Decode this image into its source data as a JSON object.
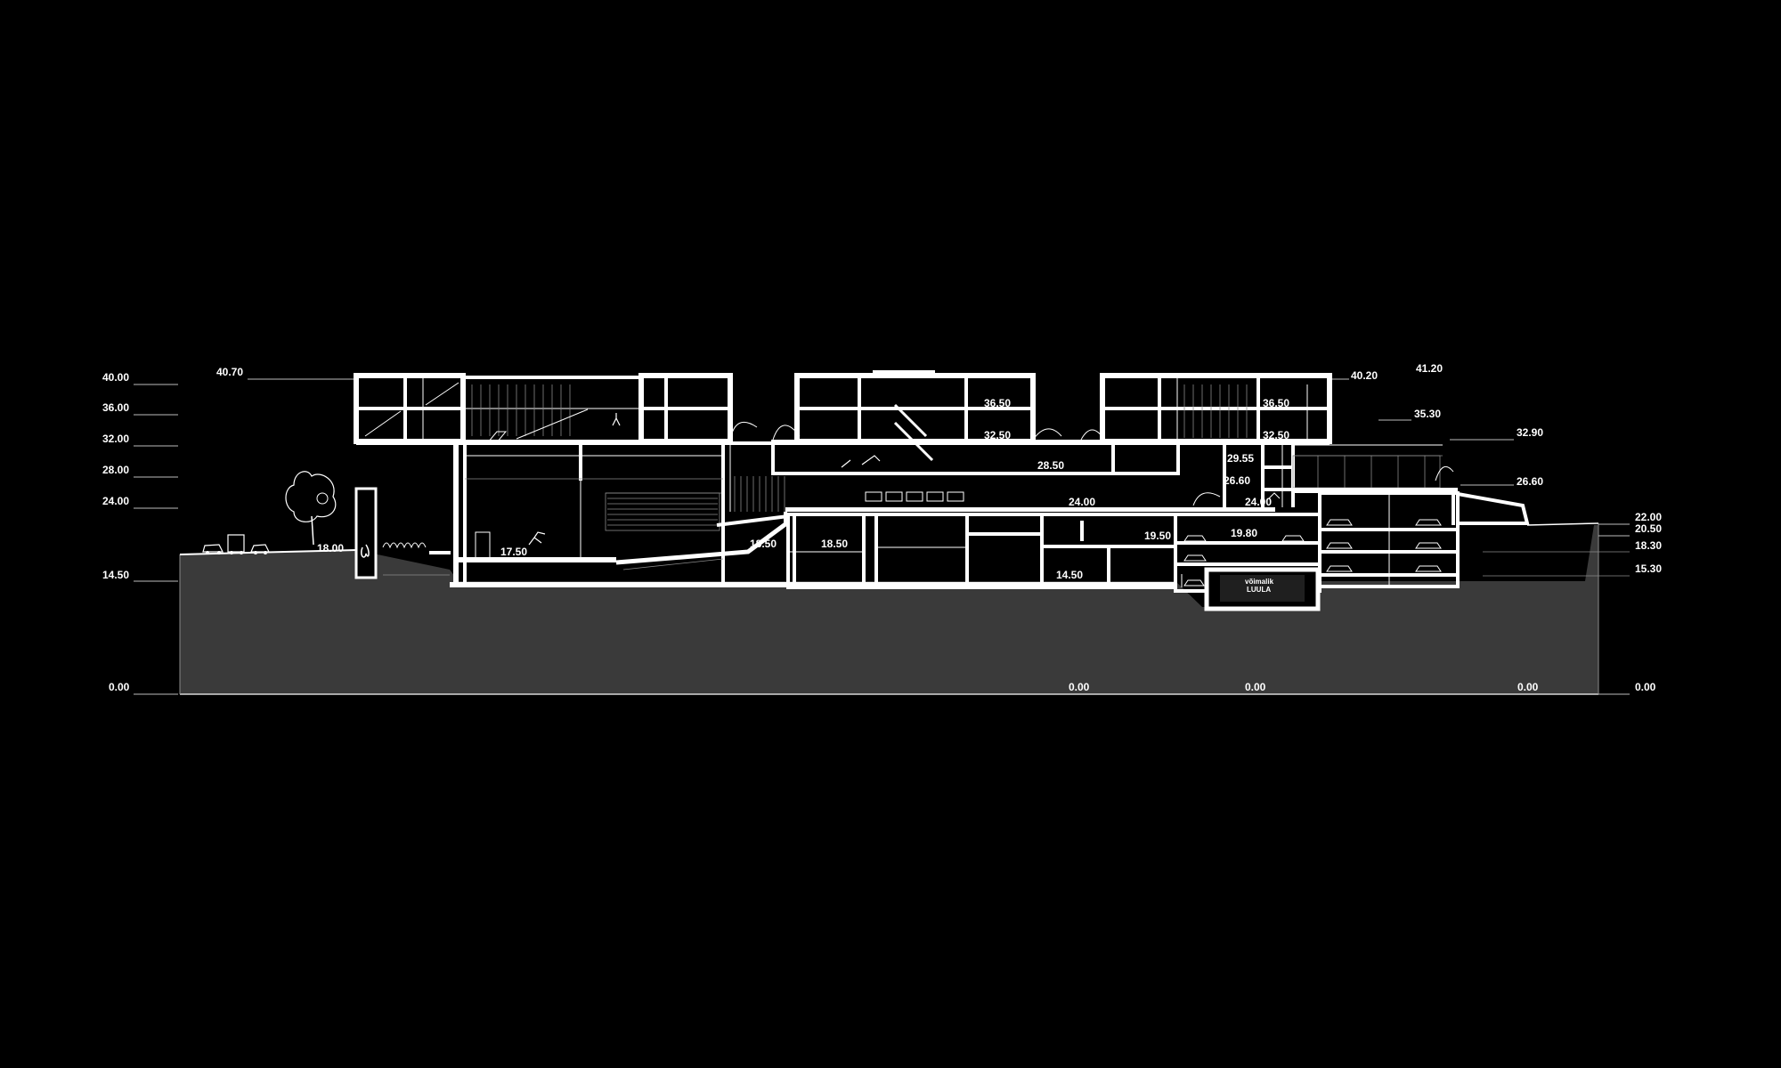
{
  "drawing": {
    "background_color": "#000000",
    "line_color": "#ffffff",
    "ground_color": "#3a3a3a"
  },
  "levels_left": [
    "40.00",
    "36.00",
    "32.00",
    "28.00",
    "24.00",
    "14.50",
    "0.00"
  ],
  "levels_right": [
    "22.00",
    "20.50",
    "18.30",
    "15.30",
    "0.00"
  ],
  "bottom_zero_marks": [
    "0.00",
    "0.00",
    "0.00"
  ],
  "top_marks": {
    "left_roof": "40.70",
    "right_roof": "40.20",
    "right_high": "41.20",
    "right_mid": "35.30",
    "right_terrace": "32.90",
    "right_parking_roof": "26.60"
  },
  "room_levels": {
    "center_top": "36.50",
    "center_second": "32.50",
    "right_top": "36.50",
    "right_second": "32.50",
    "gallery": "28.50",
    "right_gallery": "29.55",
    "right_small": "26.60",
    "plaza": "24.00",
    "right_plaza": "24.00",
    "street": "18.00",
    "hall_floor": "17.50",
    "mid_room_a": "18.50",
    "mid_room_b": "18.50",
    "basement_right": "19.50",
    "parking_top": "19.80",
    "basement_low": "14.50"
  },
  "sign_text": {
    "line1": "võimalik",
    "line2": "LUULA"
  }
}
